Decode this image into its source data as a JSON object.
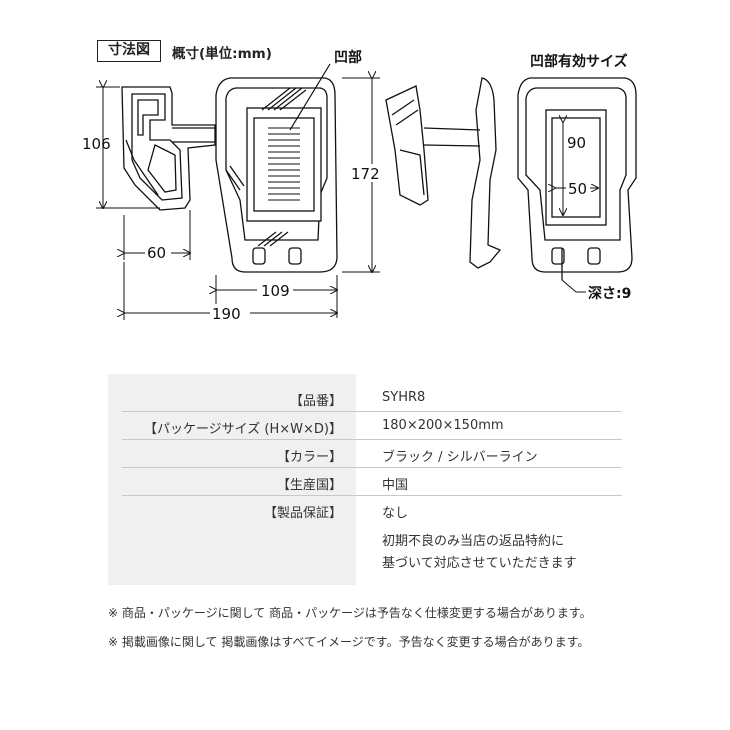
{
  "header": {
    "title": "寸法図",
    "unit_note": "概寸(単位:mm)"
  },
  "diagram": {
    "recess_label": "凹部",
    "recess_effective_label": "凹部有効サイズ",
    "dims": {
      "side_height": "106",
      "arm_length": "60",
      "front_width": "109",
      "total_depth": "190",
      "total_height": "172",
      "recess_height": "90",
      "recess_width": "50",
      "recess_depth": "深さ:9"
    }
  },
  "specs": [
    {
      "key": "【品番】",
      "value": "SYHR8"
    },
    {
      "key": "【パッケージサイズ (H×W×D)】",
      "value": "180×200×150mm"
    },
    {
      "key": "【カラー】",
      "value": "ブラック / シルバーライン"
    },
    {
      "key": "【生産国】",
      "value": "中国"
    },
    {
      "key": "【製品保証】",
      "value": "なし"
    }
  ],
  "warranty_detail": [
    "初期不良のみ当店の返品特約に",
    "基づいて対応させていただきます"
  ],
  "notes": [
    "※ 商品・パッケージに関して 商品・パッケージは予告なく仕様変更する場合があります。",
    "※ 掲載画像に関して 掲載画像はすべてイメージです。予告なく変更する場合があります。"
  ]
}
